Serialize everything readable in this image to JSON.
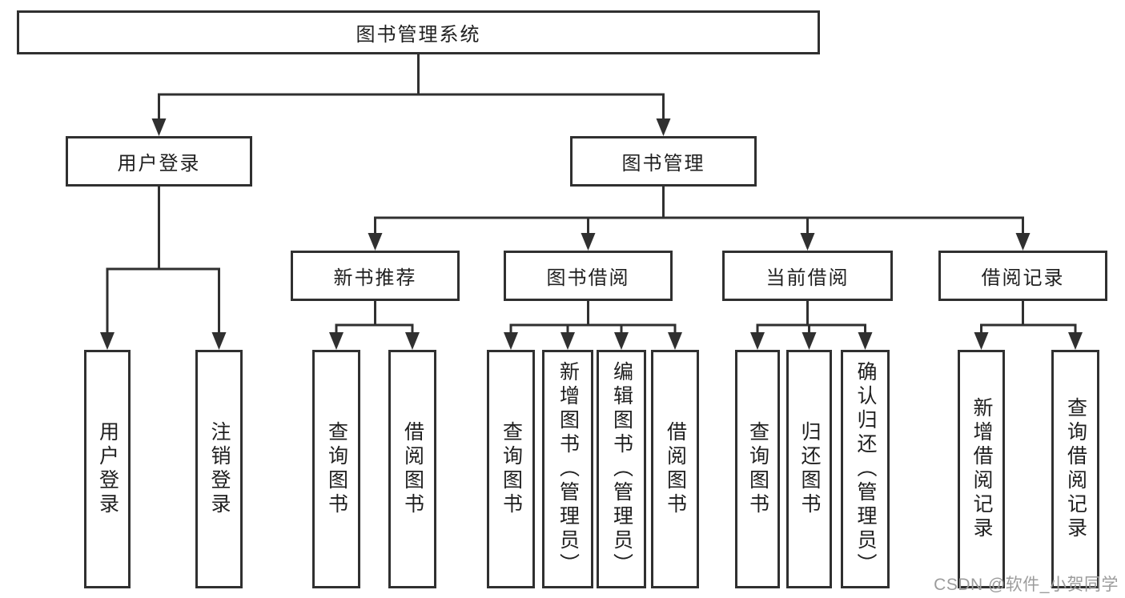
{
  "diagram": {
    "nodes": [
      {
        "id": "root",
        "label": "图书管理系统"
      },
      {
        "id": "user-login",
        "label": "用户登录"
      },
      {
        "id": "book-management",
        "label": "图书管理"
      },
      {
        "id": "new-book-recommend",
        "label": "新书推荐"
      },
      {
        "id": "book-borrowing",
        "label": "图书借阅"
      },
      {
        "id": "current-borrowing",
        "label": "当前借阅"
      },
      {
        "id": "borrowing-records",
        "label": "借阅记录"
      },
      {
        "id": "leaf-user-login",
        "label": "用户登录"
      },
      {
        "id": "leaf-logout",
        "label": "注销登录"
      },
      {
        "id": "leaf-query-book-recommend",
        "label": "查询图书"
      },
      {
        "id": "leaf-borrow-book-recommend",
        "label": "借阅图书"
      },
      {
        "id": "leaf-query-book-borrowing",
        "label": "查询图书"
      },
      {
        "id": "leaf-add-book-admin",
        "label": "新增图书（管理员）"
      },
      {
        "id": "leaf-edit-book-admin",
        "label": "编辑图书（管理员）"
      },
      {
        "id": "leaf-borrow-book-borrowing",
        "label": "借阅图书"
      },
      {
        "id": "leaf-query-book-current",
        "label": "查询图书"
      },
      {
        "id": "leaf-return-book",
        "label": "归还图书"
      },
      {
        "id": "leaf-confirm-return-admin",
        "label": "确认归还（管理员）"
      },
      {
        "id": "leaf-add-borrow-record",
        "label": "新增借阅记录"
      },
      {
        "id": "leaf-query-borrow-record",
        "label": "查询借阅记录"
      }
    ],
    "edges": [
      {
        "from": "root",
        "to": [
          "user-login",
          "book-management"
        ]
      },
      {
        "from": "user-login",
        "to": [
          "leaf-user-login",
          "leaf-logout"
        ]
      },
      {
        "from": "book-management",
        "to": [
          "new-book-recommend",
          "book-borrowing",
          "current-borrowing",
          "borrowing-records"
        ]
      },
      {
        "from": "new-book-recommend",
        "to": [
          "leaf-query-book-recommend",
          "leaf-borrow-book-recommend"
        ]
      },
      {
        "from": "book-borrowing",
        "to": [
          "leaf-query-book-borrowing",
          "leaf-add-book-admin",
          "leaf-edit-book-admin",
          "leaf-borrow-book-borrowing"
        ]
      },
      {
        "from": "current-borrowing",
        "to": [
          "leaf-query-book-current",
          "leaf-return-book",
          "leaf-confirm-return-admin"
        ]
      },
      {
        "from": "borrowing-records",
        "to": [
          "leaf-add-borrow-record",
          "leaf-query-borrow-record"
        ]
      }
    ]
  },
  "watermark": {
    "text": "CSDN @软件_小贺同学"
  },
  "colors": {
    "line": "#303030",
    "text": "#1f1f1f",
    "watermark": "#9c9c9c",
    "background": "#ffffff"
  }
}
